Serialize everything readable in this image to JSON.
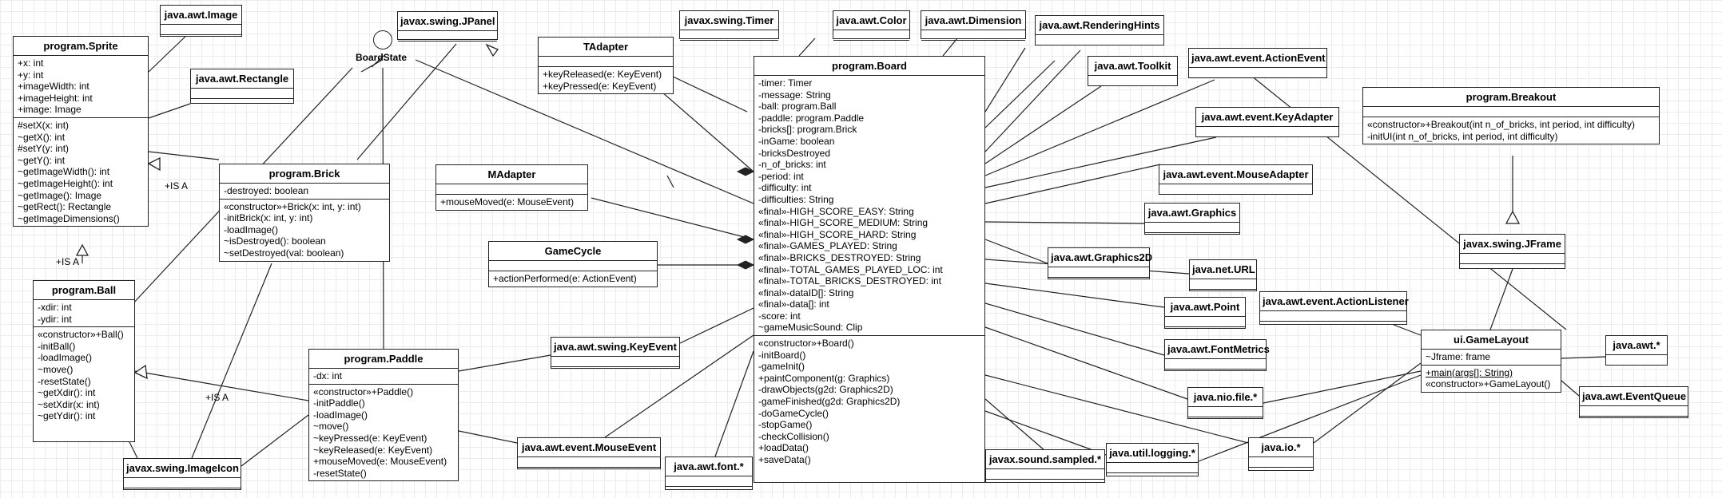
{
  "interface": {
    "name": "BoardState"
  },
  "classes": [
    {
      "name": "java.awt.Image",
      "attributes": [],
      "methods": []
    },
    {
      "name": "program.Sprite",
      "attributes": [
        "+x: int",
        "+y: int",
        "+imageWidth: int",
        "+imageHeight: int",
        "+image: Image"
      ],
      "methods": [
        "#setX(x: int)",
        "~getX(): int",
        "#setY(y: int)",
        "~getY(): int",
        "~getImageWidth(): int",
        "~getImageHeight(): int",
        "~getImage(): Image",
        "~getRect(): Rectangle",
        "~getImageDimensions()"
      ]
    },
    {
      "name": "java.awt.Rectangle",
      "attributes": [],
      "methods": []
    },
    {
      "name": "javax.swing.JPanel",
      "attributes": [],
      "methods": []
    },
    {
      "name": "TAdapter",
      "attributes": [],
      "methods": [
        "+keyReleased(e: KeyEvent)",
        "+keyPressed(e: KeyEvent)"
      ]
    },
    {
      "name": "javax.swing.Timer",
      "attributes": [],
      "methods": []
    },
    {
      "name": "java.awt.Color",
      "attributes": [],
      "methods": []
    },
    {
      "name": "java.awt.Dimension",
      "attributes": [],
      "methods": []
    },
    {
      "name": "java.awt.RenderingHints",
      "attributes": [],
      "methods": []
    },
    {
      "name": "java.awt.event.ActionEvent",
      "attributes": [],
      "methods": []
    },
    {
      "name": "java.awt.Toolkit",
      "attributes": [],
      "methods": []
    },
    {
      "name": "java.awt.event.KeyAdapter",
      "attributes": [],
      "methods": []
    },
    {
      "name": "program.Breakout",
      "attributes": [],
      "methods": [
        "«constructor»+Breakout(int n_of_bricks, int period, int difficulty)",
        "-initUI(int n_of_bricks, int period, int difficulty)"
      ]
    },
    {
      "name": "program.Board",
      "attributes": [
        "-timer: Timer",
        "-message: String",
        "-ball: program.Ball",
        "-paddle: program.Paddle",
        "-bricks[]: program.Brick",
        "-inGame: boolean",
        "-bricksDestroyed",
        "-n_of_bricks: int",
        "-period: int",
        "-difficulty: int",
        "-difficulties: String",
        "«final»-HIGH_SCORE_EASY: String",
        "«final»-HIGH_SCORE_MEDIUM: String",
        "«final»-HIGH_SCORE_HARD: String",
        "«final»-GAMES_PLAYED: String",
        "«final»-BRICKS_DESTROYED: String",
        "«final»-TOTAL_GAMES_PLAYED_LOC: int",
        "«final»-TOTAL_BRICKS_DESTROYED: int",
        "«final»-dataID[]: String",
        "«final»-data[]: int",
        "-score: int",
        "~gameMusicSound: Clip"
      ],
      "methods": [
        "«constructor»+Board()",
        "-initBoard()",
        "-gameInit()",
        "+paintComponent(g: Graphics)",
        "-drawObjects(g2d: Graphics2D)",
        "-gameFinished(g2d: Graphics2D)",
        "-doGameCycle()",
        "-stopGame()",
        "-checkCollision()",
        "+loadData()",
        "+saveData()"
      ]
    },
    {
      "name": "program.Brick",
      "attributes": [
        "-destroyed: boolean"
      ],
      "methods": [
        "«constructor»+Brick(x: int, y: int)",
        "-initBrick(x: int, y: int)",
        "-loadImage()",
        "~isDestroyed(): boolean",
        "~setDestroyed(val: boolean)"
      ]
    },
    {
      "name": "MAdapter",
      "attributes": [],
      "methods": [
        "+mouseMoved(e: MouseEvent)"
      ]
    },
    {
      "name": "java.awt.event.MouseAdapter",
      "attributes": [],
      "methods": []
    },
    {
      "name": "java.awt.Graphics",
      "attributes": [],
      "methods": []
    },
    {
      "name": "javax.swing.JFrame",
      "attributes": [],
      "methods": []
    },
    {
      "name": "GameCycle",
      "attributes": [],
      "methods": [
        "+actionPerformed(e: ActionEvent)"
      ]
    },
    {
      "name": "java.awt.Graphics2D",
      "attributes": [],
      "methods": []
    },
    {
      "name": "java.net.URL",
      "attributes": [],
      "methods": []
    },
    {
      "name": "program.Ball",
      "attributes": [
        "-xdir: int",
        "-ydir: int"
      ],
      "methods": [
        "«constructor»+Ball()",
        "-initBall()",
        "-loadImage()",
        "~move()",
        "-resetState()",
        "~getXdir(): int",
        "~setXdir(x: int)",
        "~getYdir(): int"
      ]
    },
    {
      "name": "java.awt.event.ActionListener",
      "attributes": [],
      "methods": []
    },
    {
      "name": "java.awt.Point",
      "attributes": [],
      "methods": []
    },
    {
      "name": "ui.GameLayout",
      "attributes": [
        "~Jframe: frame"
      ],
      "methods": [
        "+main(args[]: String)",
        "«constructor»+GameLayout()"
      ]
    },
    {
      "name": "java.awt.*",
      "attributes": [],
      "methods": []
    },
    {
      "name": "program.Paddle",
      "attributes": [
        "-dx: int"
      ],
      "methods": [
        "«constructor»+Paddle()",
        "-initPaddle()",
        "-loadImage()",
        "~move()",
        "~keyPressed(e: KeyEvent)",
        "~keyReleased(e: KeyEvent)",
        "+mouseMoved(e: MouseEvent)",
        "-resetState()"
      ]
    },
    {
      "name": "java.awt.swing.KeyEvent",
      "attributes": [],
      "methods": []
    },
    {
      "name": "java.awt.FontMetrics",
      "attributes": [],
      "methods": []
    },
    {
      "name": "java.nio.file.*",
      "attributes": [],
      "methods": []
    },
    {
      "name": "java.awt.EventQueue",
      "attributes": [],
      "methods": []
    },
    {
      "name": "java.awt.event.MouseEvent",
      "attributes": [],
      "methods": []
    },
    {
      "name": "java.awt.font.*",
      "attributes": [],
      "methods": []
    },
    {
      "name": "javax.sound.sampled.*",
      "attributes": [],
      "methods": []
    },
    {
      "name": "java.util.logging.*",
      "attributes": [],
      "methods": []
    },
    {
      "name": "java.io.*",
      "attributes": [],
      "methods": []
    },
    {
      "name": "javax.swing.ImageIcon",
      "attributes": [],
      "methods": []
    }
  ],
  "relation_labels": {
    "isa_sprite_brick": "+IS A",
    "isa_sprite_ball": "+IS A",
    "isa_sprite_paddle": "+IS A"
  }
}
